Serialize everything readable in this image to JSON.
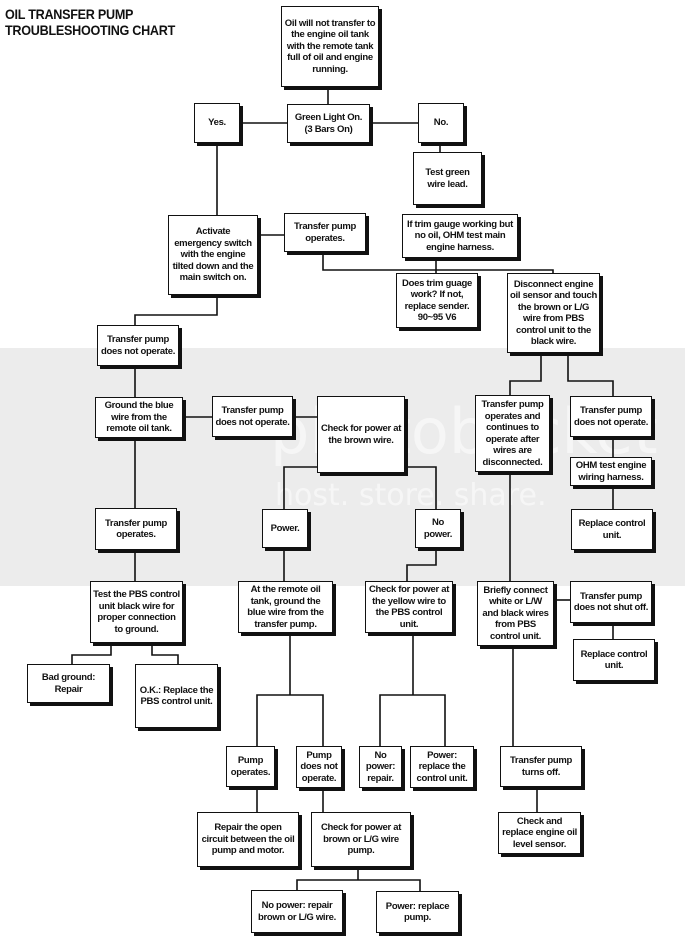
{
  "title": {
    "line1": "OIL TRANSFER PUMP",
    "line2": "TROUBLESHOOTING CHART"
  },
  "watermark": {
    "brand": "photobucket",
    "tagline": "host. store. share."
  },
  "nodes": {
    "start": "Oil will not transfer to the engine oil tank with the remote tank full of oil and engine running.",
    "green_light": "Green Light On. (3 Bars On)",
    "yes": "Yes.",
    "no": "No.",
    "test_green": "Test green wire lead.",
    "activate": "Activate emergency switch with the engine tilted down and the main switch on.",
    "tp_operates_1": "Transfer pump operates.",
    "trim_working": "If trim gauge working but no oil, OHM test main engine harness.",
    "trim_gauge_work": "Does trim guage work? If not, replace sender. 90~95 V6",
    "disconnect": "Disconnect engine oil sensor and touch the brown or L/G wire from PBS control unit to the black wire.",
    "tp_not_operate_left": "Transfer pump does not operate.",
    "ground_blue": "Ground the blue wire from the remote oil tank.",
    "tp_not_operate_mid": "Transfer pump does not operate.",
    "check_brown": "Check for power at the brown wire.",
    "tp_continues": "Transfer pump operates and continues to operate after wires are disconnected.",
    "tp_not_operate_right": "Transfer pump does not operate.",
    "ohm_test": "OHM test engine wiring harness.",
    "replace_control_1": "Replace control unit.",
    "tp_operates_2": "Transfer pump operates.",
    "power": "Power.",
    "no_power": "No power.",
    "test_pbs": "Test the PBS control unit black wire for proper connection to ground.",
    "at_remote": "At the remote oil tank, ground the blue wire from the transfer pump.",
    "check_yellow": "Check for power at the yellow wire to the PBS control unit.",
    "briefly_connect": "Briefly connect white or L/W and black wires from PBS control unit.",
    "tp_not_shut_off": "Transfer pump does not shut off.",
    "replace_control_2": "Replace control unit.",
    "bad_ground": "Bad ground: Repair",
    "ok_replace_pbs": "O.K.: Replace the PBS control unit.",
    "pump_operates": "Pump operates.",
    "pump_not_operate": "Pump does not operate.",
    "no_power_repair": "No power: repair.",
    "power_replace_control": "Power: replace the control unit.",
    "tp_turns_off": "Transfer pump turns off.",
    "check_replace_sensor": "Check and replace engine oil level sensor.",
    "repair_open_circuit": "Repair the open circuit between the oil pump and motor.",
    "check_brown_lg": "Check for power at brown or L/G wire pump.",
    "no_power_brown": "No power: repair brown or L/G wire.",
    "power_replace_pump": "Power: replace pump."
  }
}
